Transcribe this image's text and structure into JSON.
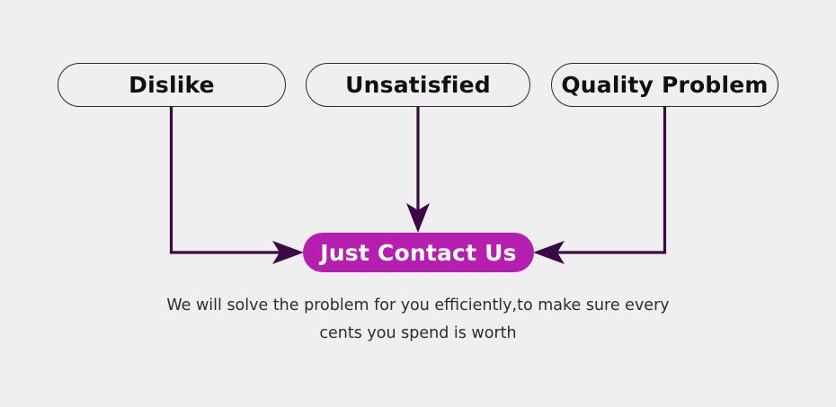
{
  "theme": {
    "background": "#efefef",
    "connector_color": "#3b0a45",
    "pill_border": "#2b2b2b",
    "pill_text": "#101010",
    "cta_background": "#b61eb0",
    "cta_text": "#ffffff",
    "caption_text": "#2c2c2c"
  },
  "reasons": [
    {
      "label": "Dislike"
    },
    {
      "label": "Unsatisfied"
    },
    {
      "label": "Quality Problem"
    }
  ],
  "cta": {
    "label": "Just Contact Us"
  },
  "caption": {
    "line1": "We will solve the problem for you efficiently,to make sure every",
    "line2": "cents you spend is worth"
  },
  "connectors": [
    {
      "name": "dislike-to-cta",
      "from": "Dislike",
      "to": "Just Contact Us",
      "direction": "down-then-right"
    },
    {
      "name": "unsatisfied-to-cta",
      "from": "Unsatisfied",
      "to": "Just Contact Us",
      "direction": "down"
    },
    {
      "name": "quality-to-cta",
      "from": "Quality Problem",
      "to": "Just Contact Us",
      "direction": "down-then-left"
    }
  ]
}
